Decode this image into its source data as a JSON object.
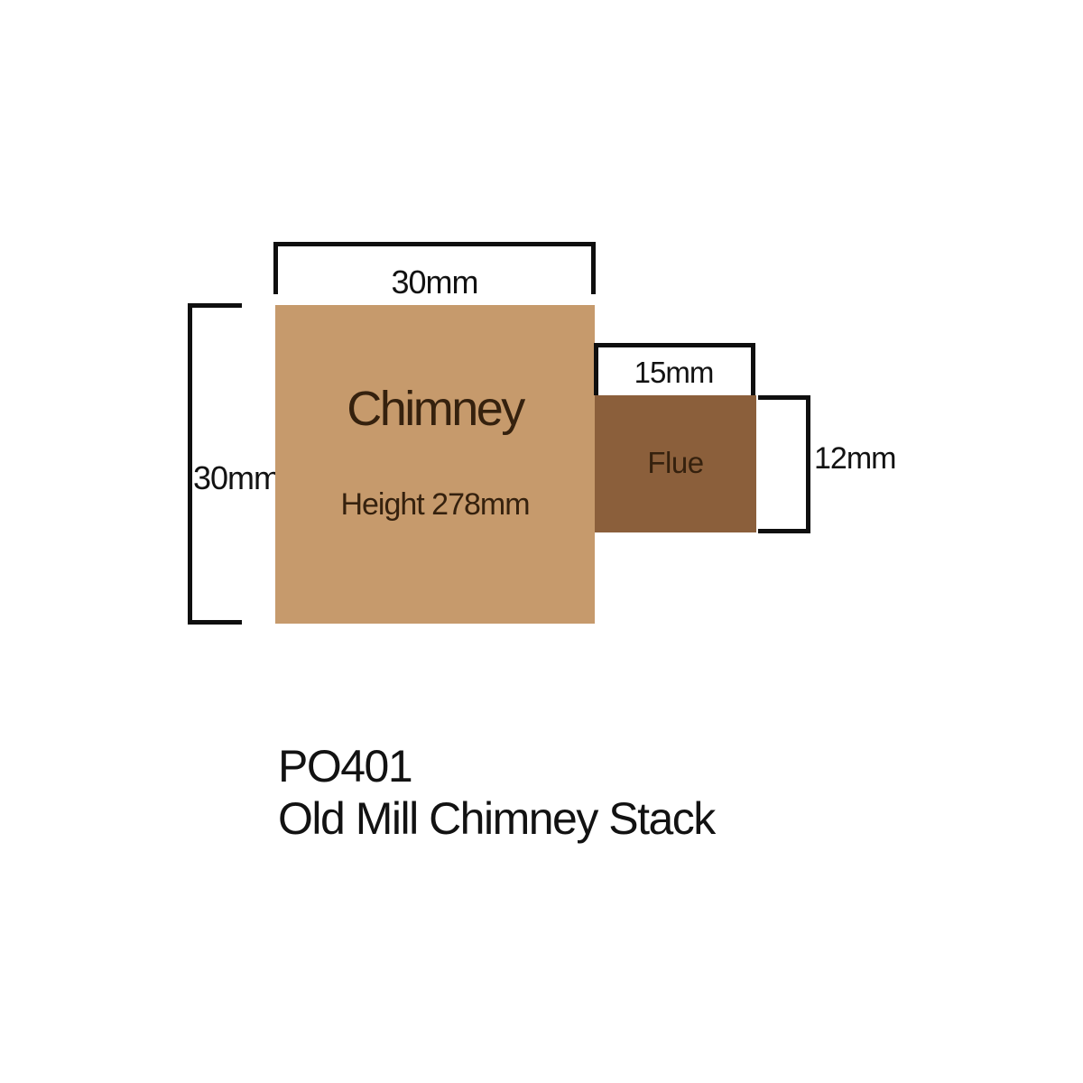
{
  "colors": {
    "background": "#ffffff",
    "chimney_fill": "#c69a6c",
    "flue_fill": "#8b5f3b",
    "diagram_text": "#35210e",
    "line": "#0f0f0f",
    "caption_text": "#121212"
  },
  "diagram": {
    "chimney": {
      "label": "Chimney",
      "height_note": "Height 278mm",
      "top_dimension": "30mm",
      "left_dimension": "30mm"
    },
    "flue": {
      "label": "Flue",
      "top_dimension": "15mm",
      "right_dimension": "12mm"
    }
  },
  "caption": {
    "code": "PO401",
    "name": "Old Mill Chimney Stack"
  }
}
